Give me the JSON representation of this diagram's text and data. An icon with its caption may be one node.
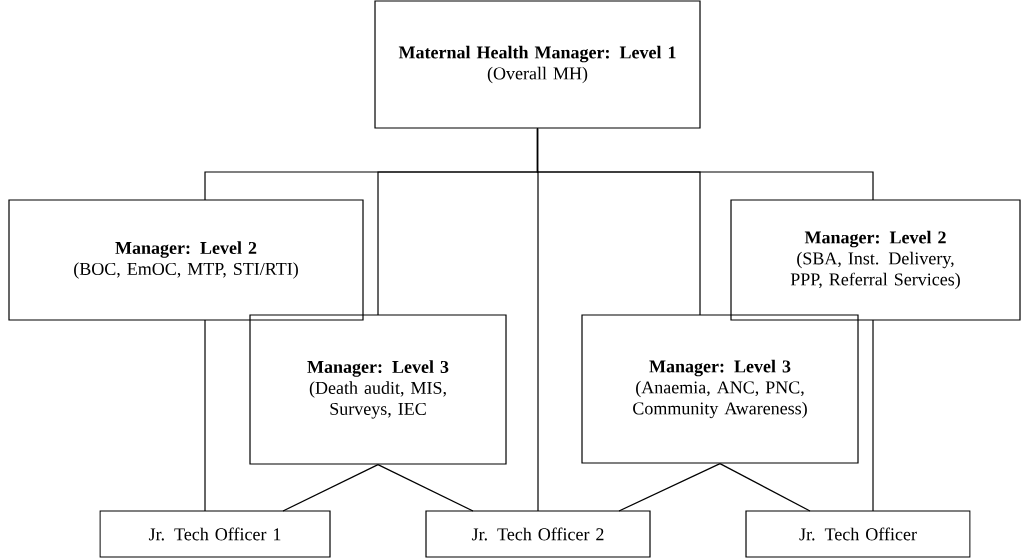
{
  "diagram": {
    "nodes": [
      {
        "text": [
          "Maternal Health Manager: Level 1",
          "(Overall MH)"
        ]
      },
      {
        "text": [
          "Manager: Level 2",
          "(BOC, EmOC, MTP, STI/RTI)"
        ]
      },
      {
        "text": [
          "Manager: Level 3",
          "(Death audit, MIS, Surveys, IEC"
        ]
      },
      {
        "text": [
          "Manager: Level 3",
          "(Anaemia, ANC, PNC, Community Awareness)"
        ]
      },
      {
        "text": [
          "Manager: Level 2",
          "(SBA, Inst. Delivery, PPP,  Referral Services)"
        ]
      },
      {
        "text": [
          "Jr. Tech Officer 1"
        ]
      },
      {
        "text": [
          "Jr. Tech Officer 2"
        ]
      },
      {
        "text": [
          "Jr. Tech Officer"
        ]
      }
    ],
    "edges": [
      {
        "from": 0,
        "to": 1,
        "arrow": "none"
      },
      {
        "from": 0,
        "to": 2,
        "arrow": "none"
      },
      {
        "from": 0,
        "to": 6,
        "arrow": "none"
      },
      {
        "from": 0,
        "to": 3,
        "arrow": "none"
      },
      {
        "from": 0,
        "to": 4,
        "arrow": "none"
      },
      {
        "from": 1,
        "to": 5,
        "arrow": "none"
      },
      {
        "from": 2,
        "to": 5,
        "arrow": "none"
      },
      {
        "from": 2,
        "to": 6,
        "arrow": "none"
      },
      {
        "from": 3,
        "to": 6,
        "arrow": "none"
      },
      {
        "from": 3,
        "to": 7,
        "arrow": "none"
      },
      {
        "from": 4,
        "to": 7,
        "arrow": "none"
      }
    ]
  }
}
